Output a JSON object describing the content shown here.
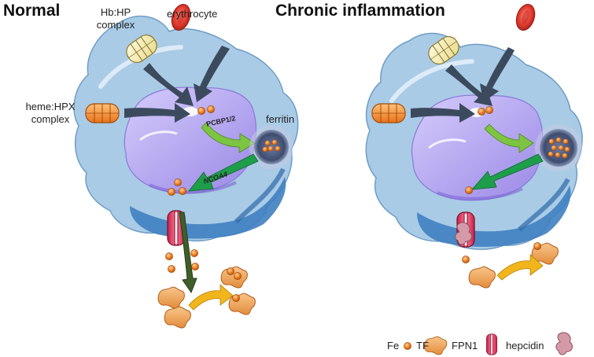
{
  "panels": {
    "left_title": "Normal",
    "right_title": "Chronic inflammation"
  },
  "labels": {
    "hb_hp_line1": "Hb:HP",
    "hb_hp_line2": "complex",
    "erythrocyte": "erythrocyte",
    "heme_hpx_line1": "heme:HPX",
    "heme_hpx_line2": "complex",
    "ferritin": "ferritin",
    "pcbp": "PCBP1/2",
    "ncoa4": "NCOA4"
  },
  "legend": {
    "fe": "Fe",
    "tf": "TF",
    "fpn1": "FPN1",
    "hepcidin": "hepcidin"
  },
  "colors": {
    "cell_body": "#a9cbe6",
    "cell_edge": "#3f7fc1",
    "nucleus": "#b6a8ee",
    "ferritin": "#4a5a7a",
    "iron": "#ef7f22",
    "transferrin": "#f0a862",
    "fpn1": "#e0385f",
    "hepcidin": "#c98a9a",
    "arrow_dark": "#3c4a5e",
    "arrow_green_light": "#7cc441",
    "arrow_green": "#1e9d4a",
    "arrow_export": "#3f5e2a",
    "arrow_yellow": "#f2b51b",
    "erythrocyte": "#e0392e"
  }
}
